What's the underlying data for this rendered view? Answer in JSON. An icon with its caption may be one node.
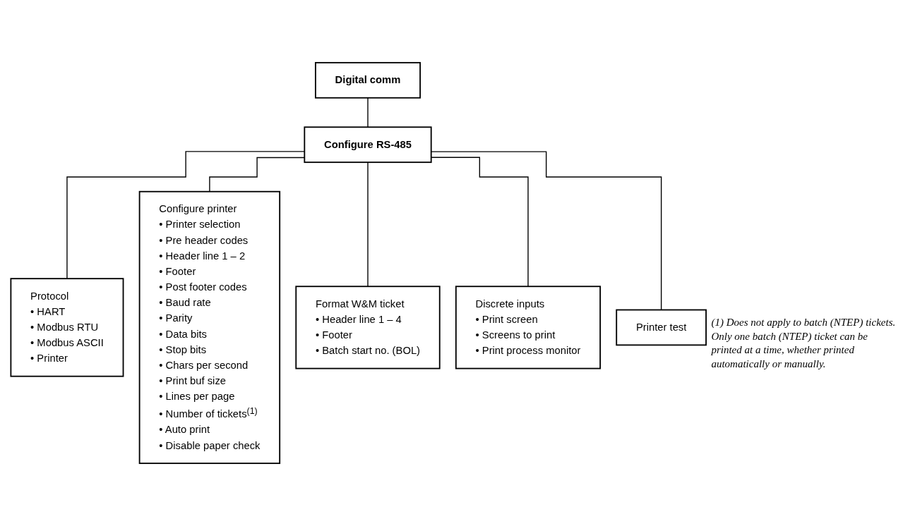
{
  "diagram": {
    "nodes": [
      {
        "text": [
          "Digital comm"
        ]
      },
      {
        "text": [
          "Configure RS-485"
        ]
      },
      {
        "text": [
          "Protocol",
          "• HART",
          "• Modbus RTU",
          "• Modbus ASCII",
          "• Printer"
        ]
      },
      {
        "text": [
          "Configure printer",
          "• Printer selection",
          "• Pre header codes",
          "• Header line 1 – 2",
          "• Footer",
          "• Post footer codes",
          "• Baud rate",
          "• Parity",
          "• Data bits",
          "• Stop bits",
          "• Chars per second",
          "• Print buf size",
          "• Lines per page",
          "• Number of tickets$^{(1)}$",
          "• Auto print",
          "• Disable paper check"
        ]
      },
      {
        "text": [
          "Format W&M ticket",
          "• Header line 1 – 4",
          "• Footer",
          "• Batch start no. (BOL)"
        ]
      },
      {
        "text": [
          "Discrete inputs",
          "• Print screen",
          "• Screens to print",
          "• Print process monitor"
        ]
      },
      {
        "text": [
          "Printer test"
        ]
      }
    ],
    "edges": [
      {
        "from": 0,
        "to": 1,
        "arrow": "none"
      },
      {
        "from": 1,
        "to": 2,
        "arrow": "none"
      },
      {
        "from": 1,
        "to": 3,
        "arrow": "none"
      },
      {
        "from": 1,
        "to": 4,
        "arrow": "none"
      },
      {
        "from": 1,
        "to": 5,
        "arrow": "none"
      },
      {
        "from": 1,
        "to": 6,
        "arrow": "none"
      }
    ],
    "labels": [
      "(1) Does not apply to batch (NTEP) tickets. Only one batch (NTEP) ticket can be printed at a time, whether printed automatically or manually."
    ]
  }
}
